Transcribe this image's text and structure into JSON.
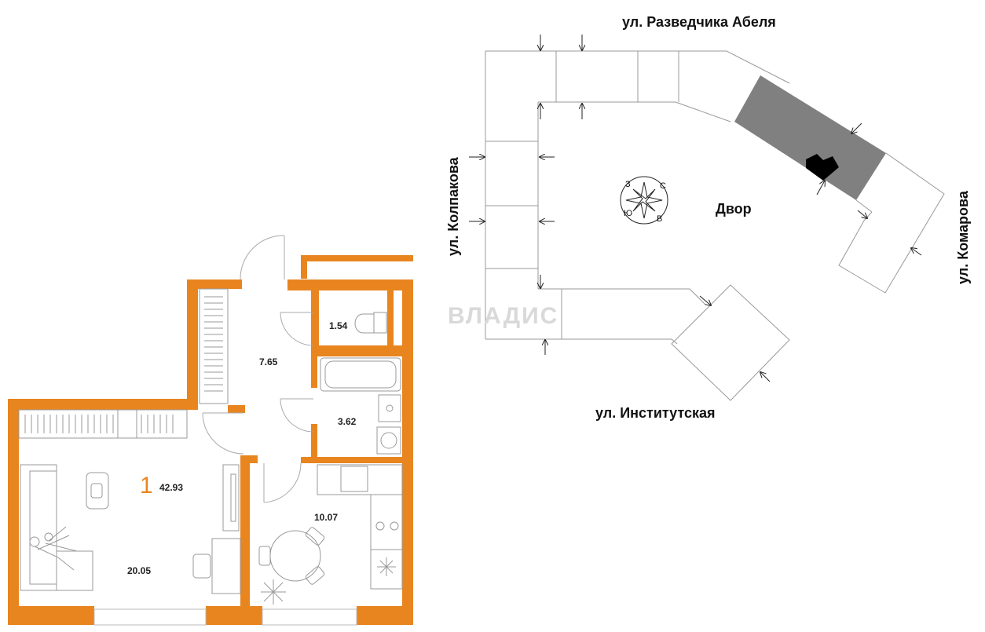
{
  "streets": {
    "north": "ул. Разведчика Абеля",
    "west": "ул. Колпакова",
    "east": "ул. Комарова",
    "south": "ул. Институтская"
  },
  "courtyard_label": "Двор",
  "compass": {
    "north": "С",
    "east": "В",
    "south": "Ю",
    "west": "З"
  },
  "watermark": "ВЛАДИС",
  "apartment": {
    "rooms": "1",
    "total_area": "42.93",
    "room_areas": {
      "living": "20.05",
      "hall": "7.65",
      "wc": "1.54",
      "bath": "3.62",
      "kitchen": "10.07"
    }
  },
  "colors": {
    "wall": "#e8851f",
    "highlight": "#808080",
    "unit": "#000000"
  }
}
